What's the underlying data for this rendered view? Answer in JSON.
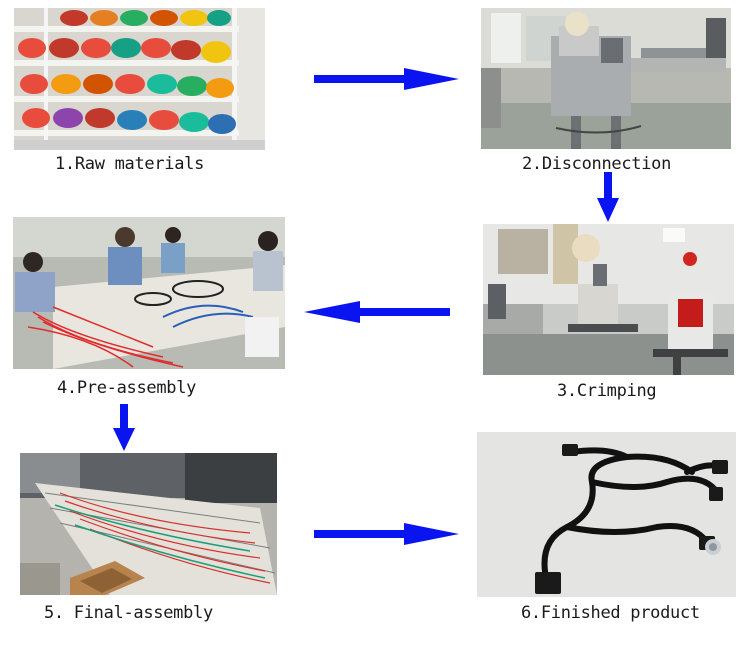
{
  "colors": {
    "arrow": "#0a14f0",
    "caption": "#1a1a1a"
  },
  "steps": [
    {
      "caption": "1.Raw materials"
    },
    {
      "caption": "2.Disconnection"
    },
    {
      "caption": "3.Crimping"
    },
    {
      "caption": "4.Pre-assembly"
    },
    {
      "caption": "5. Final-assembly"
    },
    {
      "caption": "6.Finished product"
    }
  ],
  "arrows": [
    {
      "from": "1",
      "to": "2",
      "direction": "right"
    },
    {
      "from": "2",
      "to": "3",
      "direction": "down"
    },
    {
      "from": "3",
      "to": "4",
      "direction": "left"
    },
    {
      "from": "4",
      "to": "5",
      "direction": "down"
    },
    {
      "from": "5",
      "to": "6",
      "direction": "right"
    }
  ]
}
